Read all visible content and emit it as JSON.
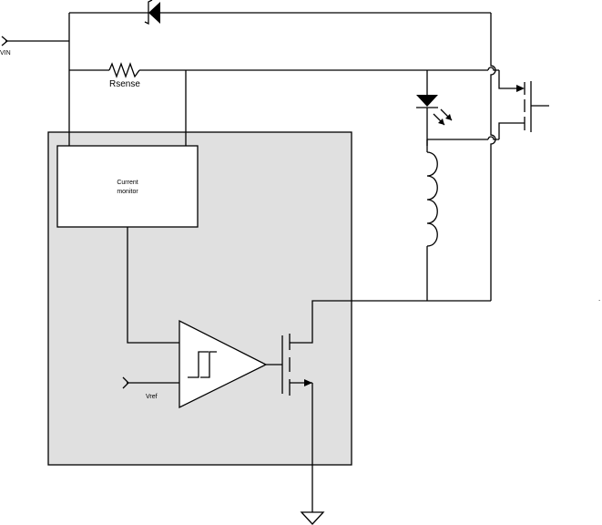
{
  "labels": {
    "vin": "VIN",
    "rsense": "Rsense",
    "current_monitor_line1": "Current",
    "current_monitor_line2": "monitor",
    "vref": "Vref",
    "dot": "."
  },
  "colors": {
    "ic_fill": "#e0e0e0",
    "wire": "#000000",
    "block_fill": "#ffffff"
  },
  "icons": {
    "schottky_diode": "schottky-diode-icon",
    "resistor": "resistor-icon",
    "led": "led-icon",
    "inductor": "inductor-icon",
    "comparator": "comparator-icon",
    "hysteresis": "hysteresis-icon",
    "nmos": "mosfet-icon",
    "ground": "ground-icon",
    "external_fet": "mosfet-icon"
  }
}
